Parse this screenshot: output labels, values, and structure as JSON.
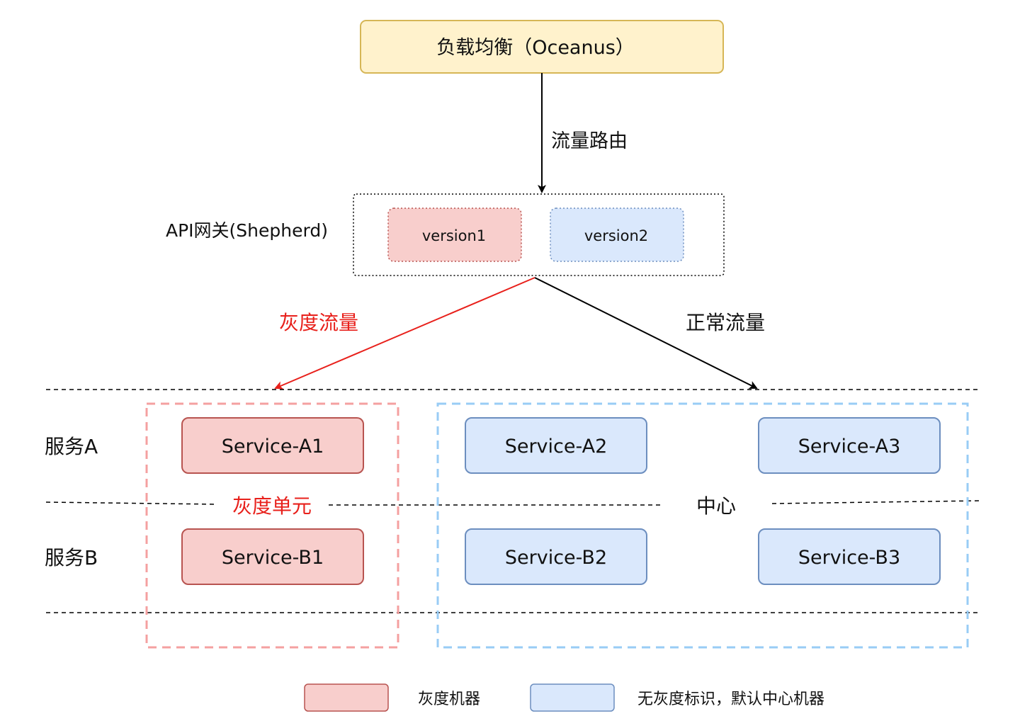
{
  "load_balancer": {
    "label": "负载均衡（Oceanus）",
    "fill": "#fff2cc",
    "stroke": "#d6b656"
  },
  "routing_label": "流量路由",
  "gateway": {
    "label": "API网关(Shepherd)",
    "version1": "version1",
    "version2": "version2"
  },
  "gray_traffic_label": "灰度流量",
  "normal_traffic_label": "正常流量",
  "rows": {
    "service_a": "服务A",
    "service_b": "服务B"
  },
  "gray_unit": {
    "label": "灰度单元",
    "services": [
      "Service-A1",
      "Service-B1"
    ]
  },
  "center": {
    "label": "中心",
    "services": [
      "Service-A2",
      "Service-A3",
      "Service-B2",
      "Service-B3"
    ]
  },
  "legend": {
    "gray_label": "灰度机器",
    "default_label": "无灰度标识，默认中心机器"
  },
  "colors": {
    "gray_fill": "#f8cecc",
    "gray_stroke": "#b85450",
    "center_fill": "#dae8fc",
    "center_stroke": "#6c8ebf",
    "gray_accent": "#e8201b",
    "gray_dashed": "#f4a0a0",
    "center_dashed": "#99ccf5"
  }
}
